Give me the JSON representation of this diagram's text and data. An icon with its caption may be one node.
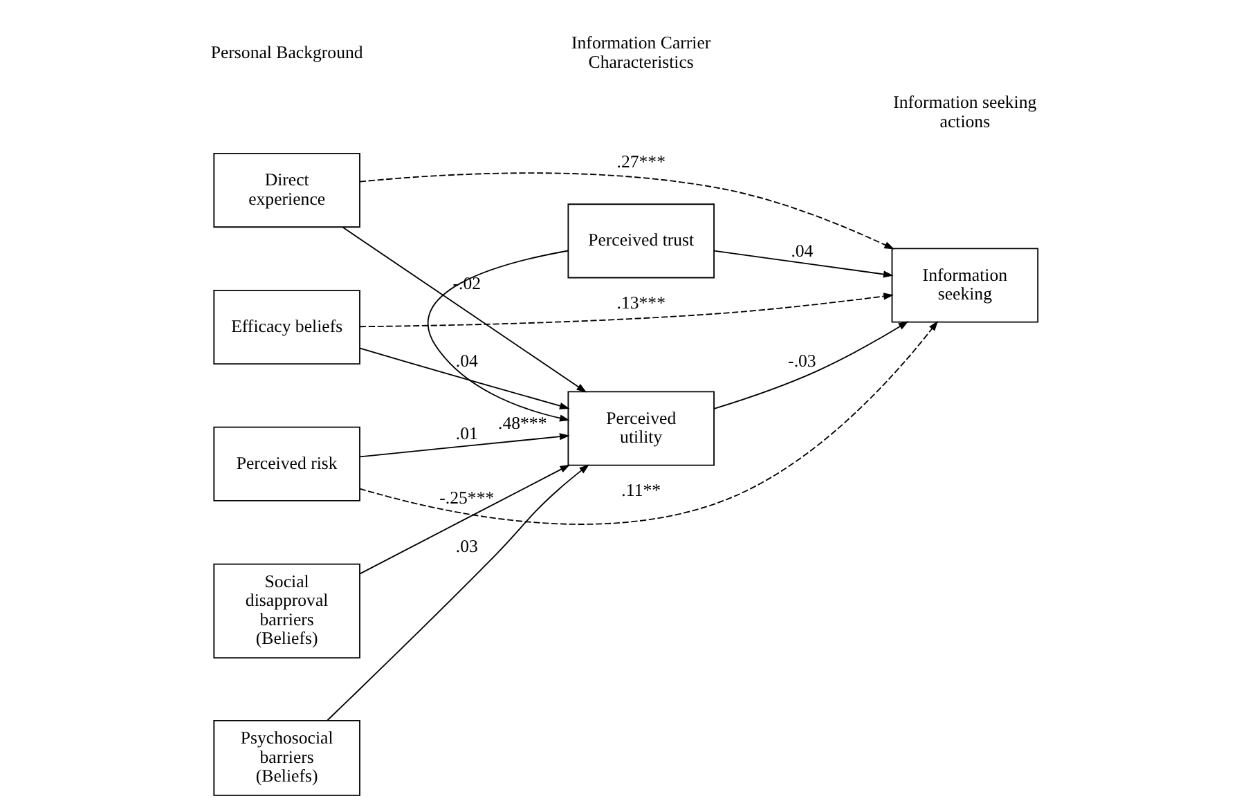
{
  "diagram": {
    "nodes": [
      {
        "text": [
          "Direct experience"
        ]
      },
      {
        "text": [
          "Efficacy beliefs"
        ]
      },
      {
        "text": [
          "Perceived risk"
        ]
      },
      {
        "text": [
          "Social disapproval barriers (Beliefs)"
        ]
      },
      {
        "text": [
          "Psychosocial barriers (Beliefs)"
        ]
      },
      {
        "text": [
          "Perceived trust"
        ]
      },
      {
        "text": [
          "Perceived utility"
        ]
      },
      {
        "text": [
          "Information seeking"
        ]
      }
    ],
    "edges": [
      {
        "from": 0,
        "to": 6,
        "arrow": "to",
        "label": "-.02"
      },
      {
        "from": 1,
        "to": 6,
        "arrow": "to",
        "label": ".04"
      },
      {
        "from": 2,
        "to": 6,
        "arrow": "to",
        "label": ".01"
      },
      {
        "from": 3,
        "to": 6,
        "arrow": "to",
        "label": "-.25***"
      },
      {
        "from": 4,
        "to": 6,
        "arrow": "to",
        "label": ".03"
      },
      {
        "from": 5,
        "to": 6,
        "arrow": "to",
        "label": ".48***"
      },
      {
        "from": 0,
        "to": 7,
        "arrow": "to",
        "label": ".27***",
        "style": "dashed"
      },
      {
        "from": 1,
        "to": 7,
        "arrow": "to",
        "label": ".13***",
        "style": "dashed"
      },
      {
        "from": 2,
        "to": 7,
        "arrow": "to",
        "label": ".11**",
        "style": "dashed"
      },
      {
        "from": 5,
        "to": 7,
        "arrow": "to",
        "label": ".04"
      },
      {
        "from": 6,
        "to": 7,
        "arrow": "to",
        "label": "-.03"
      }
    ],
    "labels": [
      "Personal Background",
      "Information Carrier Characteristics",
      "Information seeking actions"
    ]
  }
}
